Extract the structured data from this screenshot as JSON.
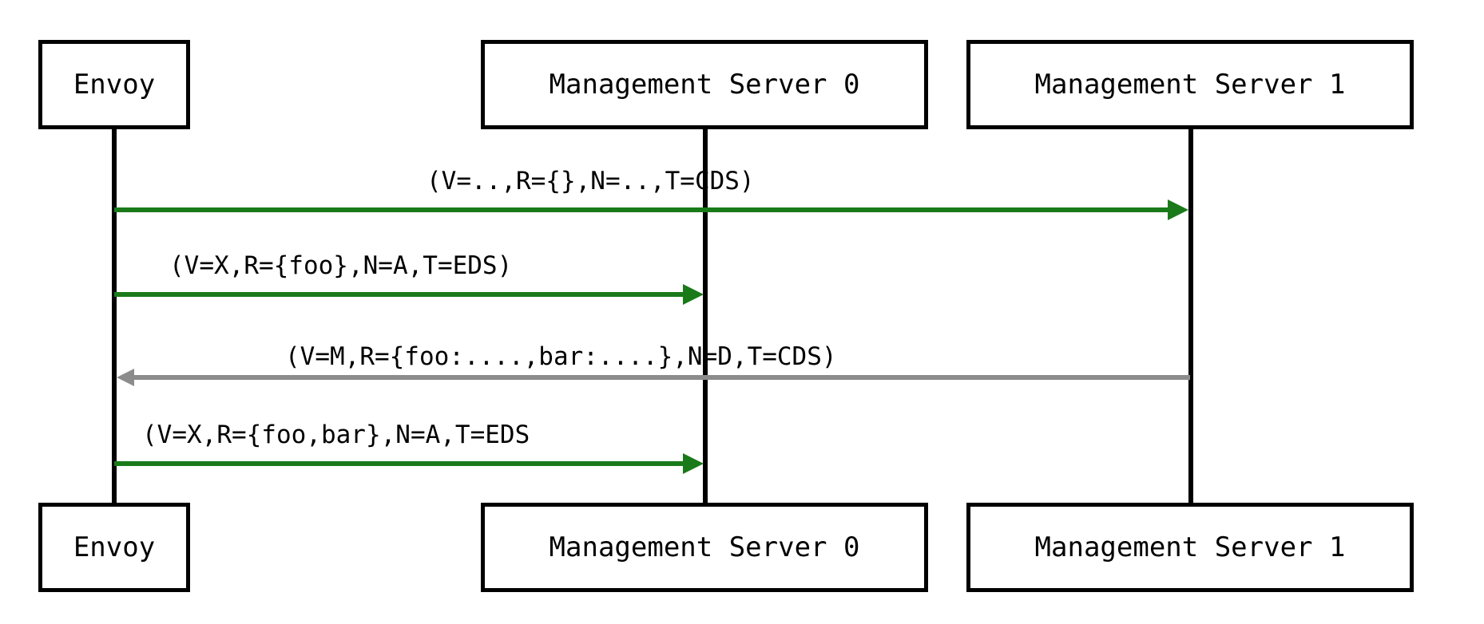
{
  "diagram": {
    "kind": "uml-sequence-diagram",
    "background": "#ffffff",
    "colors": {
      "line": "#000000",
      "request": "#1a7a1a",
      "response": "#8c8c8c",
      "text": "#000000"
    }
  },
  "participants": [
    {
      "id": "envoy",
      "label": "Envoy"
    },
    {
      "id": "ms0",
      "label": "Management Server 0"
    },
    {
      "id": "ms1",
      "label": "Management Server 1"
    }
  ],
  "footers": [
    {
      "id": "envoy",
      "label": "Envoy"
    },
    {
      "id": "ms0",
      "label": "Management Server 0"
    },
    {
      "id": "ms1",
      "label": "Management Server 1"
    }
  ],
  "messages": [
    {
      "index": 1,
      "from": "envoy",
      "to": "ms1",
      "direction": "right",
      "kind": "request",
      "color": "#1a7a1a",
      "label": "(V=..,R={},N=..,T=CDS)"
    },
    {
      "index": 2,
      "from": "envoy",
      "to": "ms0",
      "direction": "right",
      "kind": "request",
      "color": "#1a7a1a",
      "label": "(V=X,R={foo},N=A,T=EDS)"
    },
    {
      "index": 3,
      "from": "ms1",
      "to": "envoy",
      "direction": "left",
      "kind": "response",
      "color": "#8c8c8c",
      "label": "(V=M,R={foo:....,bar:....},N=D,T=CDS)"
    },
    {
      "index": 4,
      "from": "envoy",
      "to": "ms0",
      "direction": "right",
      "kind": "request",
      "color": "#1a7a1a",
      "label": "(V=X,R={foo,bar},N=A,T=EDS"
    }
  ]
}
